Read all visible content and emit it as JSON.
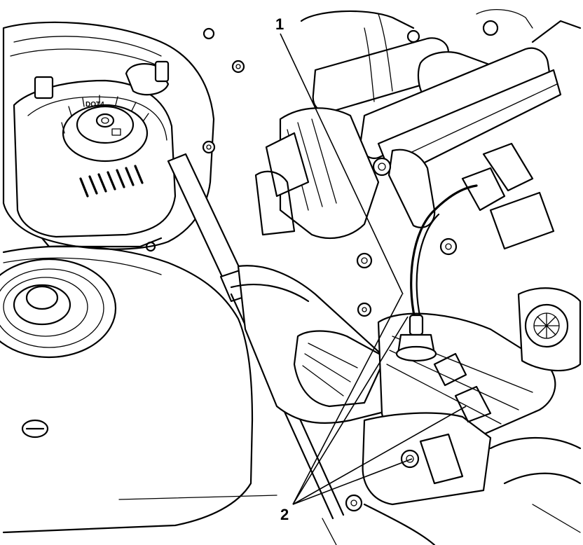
{
  "diagram": {
    "cap_text": "DOT4",
    "callouts": [
      {
        "label": "1",
        "target": "upper-connection"
      },
      {
        "label": "2",
        "target": "oxygen-sensor-fasteners"
      }
    ]
  }
}
